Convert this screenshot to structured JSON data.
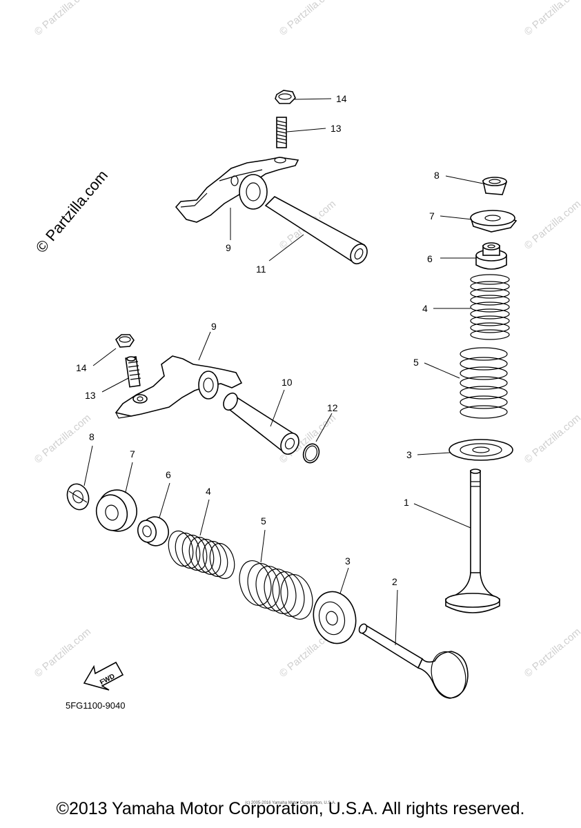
{
  "watermark": {
    "text": "© Partzilla.com",
    "short": "© Partzilla.com"
  },
  "labels": {
    "top_right_valves": {
      "c8": "8",
      "c7": "7",
      "c6": "6",
      "c4": "4",
      "c5": "5",
      "c3": "3",
      "c1": "1"
    },
    "top_rocker": {
      "c14": "14",
      "c13": "13",
      "c9": "9",
      "c11": "11"
    },
    "mid_rocker": {
      "c9": "9",
      "c14": "14",
      "c13": "13",
      "c10": "10",
      "c12": "12"
    },
    "bottom_row": {
      "c8": "8",
      "c7": "7",
      "c6": "6",
      "c4": "4",
      "c5": "5",
      "c3": "3",
      "c2": "2"
    }
  },
  "fwd_arrow": "FWD",
  "diagram_code": "5FG1100-9040",
  "copyright": "©2013 Yamaha Motor Corporation, U.S.A. All rights reserved.",
  "tiny_copyright": "(c) 2005-2016 Yamaha Motor Corporation, U.S.A."
}
